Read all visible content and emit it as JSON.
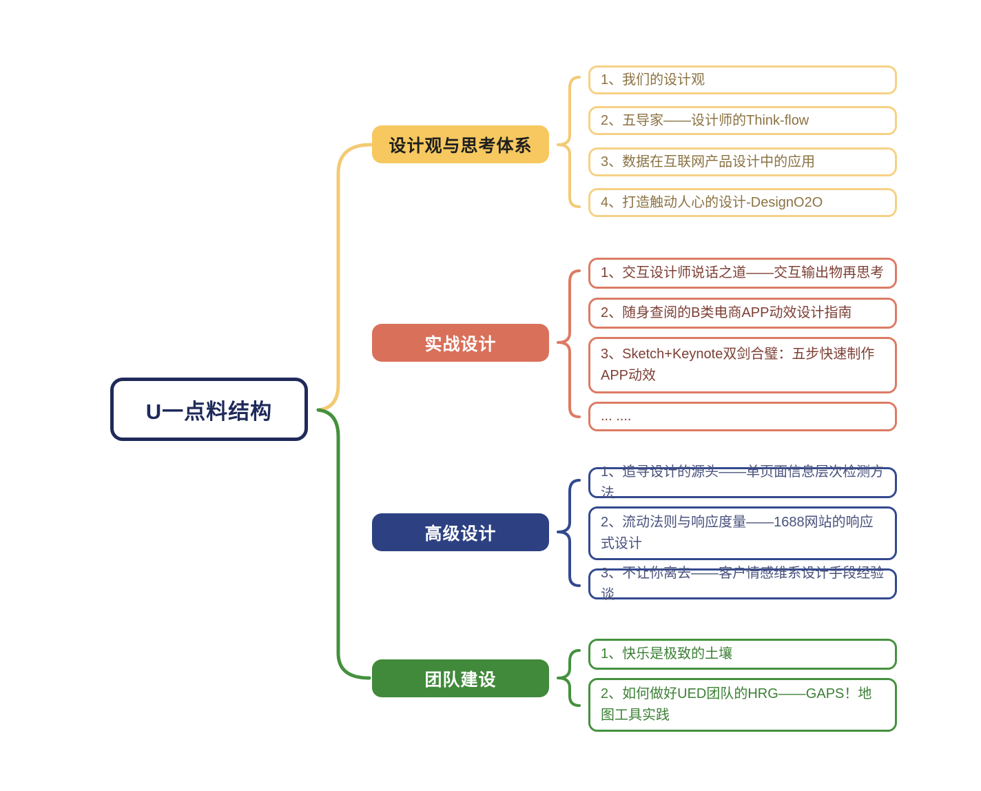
{
  "mindmap": {
    "root": {
      "label": "U一点料结构",
      "border_color": "#1f2a5a"
    },
    "branches": [
      {
        "label": "设计观与思考体系",
        "fill": "#f6c85f",
        "label_color": "#1f1f1f",
        "child_border": "#f6d185",
        "child_text": "#8b7343",
        "brace_color": "#f3ca74",
        "children": [
          "1、我们的设计观",
          "2、五导家——设计师的Think-flow",
          "3、数据在互联网产品设计中的应用",
          "4、打造触动人心的设计-DesignO2O"
        ]
      },
      {
        "label": "实战设计",
        "fill": "#d9705a",
        "label_color": "#ffffff",
        "child_border": "#dc7b64",
        "child_text": "#7d4035",
        "brace_color": "#dc7b64",
        "children": [
          "1、交互设计师说话之道——交互输出物再思考",
          "2、随身查阅的B类电商APP动效设计指南",
          "3、Sketch+Keynote双剑合璧：五步快速制作APP动效",
          "... ...."
        ]
      },
      {
        "label": "高级设计",
        "fill": "#2d4182",
        "label_color": "#ffffff",
        "child_border": "#33498f",
        "child_text": "#49527d",
        "brace_color": "#33498f",
        "children": [
          "1、追寻设计的源头——单页面信息层次检测方法",
          "2、流动法则与响应度量——1688网站的响应式设计",
          "3、不让你离去——客户情感维系设计手段经验谈"
        ]
      },
      {
        "label": "团队建设",
        "fill": "#41893b",
        "label_color": "#ffffff",
        "child_border": "#44913d",
        "child_text": "#3c8036",
        "brace_color": "#44913d",
        "children": [
          "1、快乐是极致的土壤",
          "2、如何做好UED团队的HRG——GAPS！地图工具实践"
        ]
      }
    ]
  }
}
